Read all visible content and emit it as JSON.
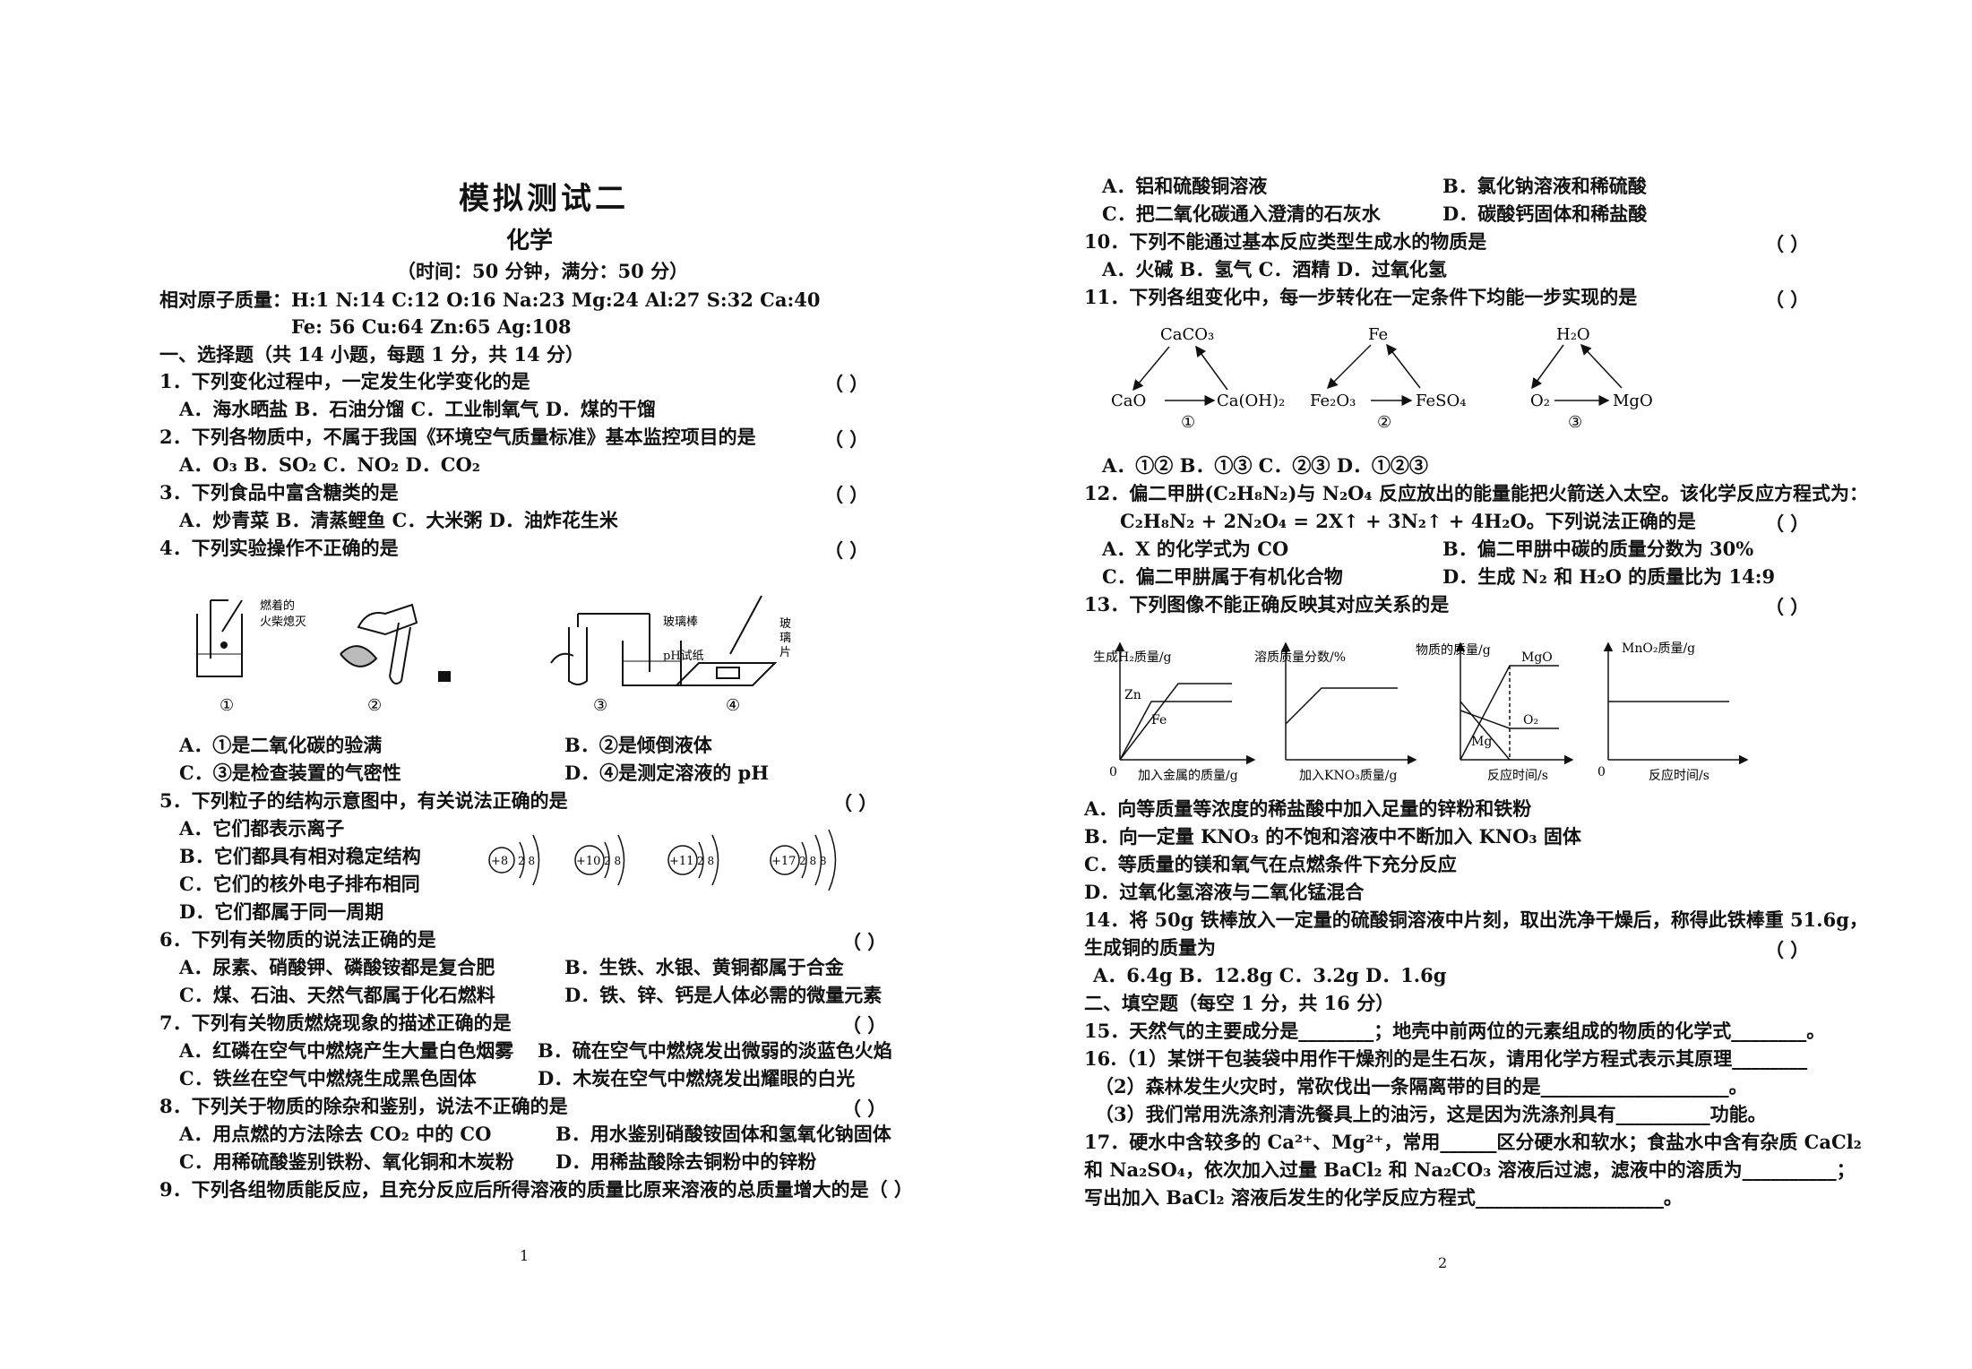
{
  "left": {
    "title": "模拟测试二",
    "subject": "化学",
    "time_info": "（时间：50 分钟，满分：50 分）",
    "atomic_mass_1": "相对原子质量：H:1    N:14    C:12    O:16    Na:23   Mg:24    Al:27    S:32    Ca:40",
    "atomic_mass_2": "Fe: 56    Cu:64    Zn:65    Ag:108",
    "section1": "一、选择题（共 14 小题，每题 1 分，共 14 分）",
    "q1": "1．下列变化过程中，一定发生化学变化的是",
    "q1_opts": "A．海水晒盐      B．石油分馏      C．工业制氧气      D．煤的干馏",
    "q2": "2．下列各物质中，不属于我国《环境空气质量标准》基本监控项目的是",
    "q2_opts": "A．O₃      B．SO₂      C．NO₂      D．CO₂",
    "q3": "3．下列食品中富含糖类的是",
    "q3_opts": "A．炒青菜      B．清蒸鲤鱼      C．大米粥      D．油炸花生米",
    "q4": "4．下列实验操作不正确的是",
    "q4_fig_labels": [
      "燃着的",
      "火柴熄灭",
      "玻璃棒",
      "玻",
      "璃",
      "片",
      "pH试纸"
    ],
    "q4_fig_nums": [
      "①",
      "②",
      "③",
      "④"
    ],
    "q4_a": "A．①是二氧化碳的验满",
    "q4_b": "B．②是倾倒液体",
    "q4_c": "C．③是检查装置的气密性",
    "q4_d": "D．④是测定溶液的 pH",
    "q5": "5．下列粒子的结构示意图中，有关说法正确的是",
    "q5_a": "A．它们都表示离子",
    "q5_b": "B．它们都具有相对稳定结构",
    "q5_c": "C．它们的核外电子排布相同",
    "q5_d": "D．它们都属于同一周期",
    "q5_atoms": [
      "+8",
      "2 8",
      "+10",
      "2 8",
      "+11",
      "2 8",
      "+17",
      "2 8 8"
    ],
    "q6": "6．下列有关物质的说法正确的是",
    "q6_a": "A．尿素、硝酸钾、磷酸铵都是复合肥",
    "q6_b": "B．生铁、水银、黄铜都属于合金",
    "q6_c": "C．煤、石油、天然气都属于化石燃料",
    "q6_d": "D．铁、锌、钙是人体必需的微量元素",
    "q7": "7．下列有关物质燃烧现象的描述正确的是",
    "q7_a": "A．红磷在空气中燃烧产生大量白色烟雾",
    "q7_b": "B．硫在空气中燃烧发出微弱的淡蓝色火焰",
    "q7_c": "C．铁丝在空气中燃烧生成黑色固体",
    "q7_d": "D．木炭在空气中燃烧发出耀眼的白光",
    "q8": "8．下列关于物质的除杂和鉴别，说法不正确的是",
    "q8_a": "A．用点燃的方法除去 CO₂ 中的 CO",
    "q8_b": "B．用水鉴别硝酸铵固体和氢氧化钠固体",
    "q8_c": "C．用稀硫酸鉴别铁粉、氧化铜和木炭粉",
    "q8_d": "D．用稀盐酸除去铜粉中的锌粉",
    "q9": "9．下列各组物质能反应，且充分反应后所得溶液的质量比原来溶液的总质量增大的是（    ）",
    "bracket": "（    ）",
    "page": "1"
  },
  "right": {
    "q9_a": "A．铝和硫酸铜溶液",
    "q9_b": "B．氯化钠溶液和稀硫酸",
    "q9_c": "C．把二氧化碳通入澄清的石灰水",
    "q9_d": "D．碳酸钙固体和稀盐酸",
    "q10": "10．下列不能通过基本反应类型生成水的物质是",
    "q10_opts": "A．火碱      B．氢气      C．酒精      D．过氧化氢",
    "q11": "11．下列各组变化中，每一步转化在一定条件下均能一步实现的是",
    "q11_fig": [
      "CaCO₃",
      "CaO",
      "Ca(OH)₂",
      "①",
      "Fe",
      "Fe₂O₃",
      "FeSO₄",
      "②",
      "H₂O",
      "O₂",
      "MgO",
      "③"
    ],
    "q11_opts": "A．①②          B．①③          C．②③          D．①②③",
    "q12_1": "12．偏二甲肼(C₂H₈N₂)与 N₂O₄ 反应放出的能量能把火箭送入太空。该化学反应方程式为：",
    "q12_2": "C₂H₈N₂ + 2N₂O₄ = 2X↑ + 3N₂↑ + 4H₂O。下列说法正确的是",
    "q12_a": "A．X 的化学式为 CO",
    "q12_b": "B．偏二甲肼中碳的质量分数为 30%",
    "q12_c": "C．偏二甲肼属于有机化合物",
    "q12_d": "D．生成 N₂ 和 H₂O 的质量比为 14:9",
    "q13": "13．下列图像不能正确反映其对应关系的是",
    "q13_graphs": {
      "g1_ylabel": "生成H₂质量/g",
      "g1_xlabel": "加入金属的质量/g",
      "g1_series": [
        "Zn",
        "Fe"
      ],
      "g2_ylabel": "溶质质量分数/%",
      "g2_xlabel": "加入KNO₃质量/g",
      "g3_ylabel": "物质的质量/g",
      "g3_xlabel": "反应时间/s",
      "g3_series": [
        "MgO",
        "O₂",
        "Mg"
      ],
      "g4_ylabel": "MnO₂质量/g",
      "g4_xlabel": "反应时间/s",
      "origin": "0"
    },
    "q13_a": "A．向等质量等浓度的稀盐酸中加入足量的锌粉和铁粉",
    "q13_b": "B．向一定量 KNO₃ 的不饱和溶液中不断加入 KNO₃ 固体",
    "q13_c": "C．等质量的镁和氧气在点燃条件下充分反应",
    "q13_d": "D．过氧化氢溶液与二氧化锰混合",
    "q14_1": "14．将 50g 铁棒放入一定量的硫酸铜溶液中片刻，取出洗净干燥后，称得此铁棒重 51.6g，",
    "q14_2": "生成铜的质量为",
    "q14_opts": "A．6.4g        B．12.8g        C．3.2g        D．1.6g",
    "section2": "二、填空题（每空 1 分，共 16 分）",
    "q15": "15．天然气的主要成分是________；地壳中前两位的元素组成的物质的化学式________。",
    "q16_1": "16.（1）某饼干包装袋中用作干燥剂的是生石灰，请用化学方程式表示其原理________",
    "q16_2": "（2）森林发生火灾时，常砍伐出一条隔离带的目的是____________________。",
    "q16_3": "（3）我们常用洗涤剂清洗餐具上的油污，这是因为洗涤剂具有__________功能。",
    "q17_1": "17．硬水中含较多的 Ca²⁺、Mg²⁺，常用______区分硬水和软水；食盐水中含有杂质 CaCl₂",
    "q17_2": "和 Na₂SO₄，依次加入过量 BaCl₂ 和 Na₂CO₃ 溶液后过滤，滤液中的溶质为__________；",
    "q17_3": "写出加入 BaCl₂ 溶液后发生的化学反应方程式____________________。",
    "bracket": "（    ）",
    "page": "2"
  }
}
